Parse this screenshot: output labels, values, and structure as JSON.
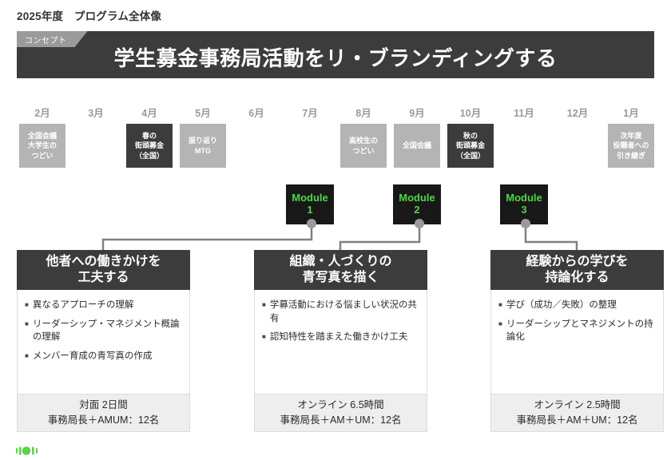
{
  "page": {
    "title": "2025年度　プログラム全体像"
  },
  "banner": {
    "tag": "コンセプト",
    "title": "学生募金事務局活動をリ・ブランディングする",
    "bg_color": "#3c3c3c",
    "tag_color": "#9b9b9b"
  },
  "timeline": {
    "months": [
      "2月",
      "3月",
      "4月",
      "5月",
      "6月",
      "7月",
      "8月",
      "9月",
      "10月",
      "11月",
      "12月",
      "1月"
    ],
    "events": [
      {
        "label": "全国会議\n大学生の\nつどい",
        "month": "2月",
        "style": "light"
      },
      {
        "label": "春の\n街頭募金\n（全国）",
        "month": "4月",
        "style": "dark"
      },
      {
        "label": "振り返り\nMTG",
        "month": "5月",
        "style": "light"
      },
      {
        "label": "高校生の\nつどい",
        "month": "8月",
        "style": "light"
      },
      {
        "label": "全国会議",
        "month": "9月",
        "style": "light"
      },
      {
        "label": "秋の\n街頭募金\n（全国）",
        "month": "10月",
        "style": "dark"
      },
      {
        "label": "次年度\n役職者への\n引き継ぎ",
        "month": "1月",
        "style": "light"
      }
    ]
  },
  "modules": [
    {
      "name": "Module",
      "number": "1",
      "month": "7月",
      "accent": "#4cd845"
    },
    {
      "name": "Module",
      "number": "2",
      "month": "9月",
      "accent": "#4cd845"
    },
    {
      "name": "Module",
      "number": "3",
      "month": "11月",
      "accent": "#4cd845"
    }
  ],
  "cards": [
    {
      "heading": "他者への働きかけを\n工夫する",
      "bullets": [
        "異なるアプローチの理解",
        "リーダーシップ・マネジメント概論の理解",
        "メンバー育成の青写真の作成"
      ],
      "footer_line1": "対面 2日間",
      "footer_line2": "事務局長＋AMUM：12名"
    },
    {
      "heading": "組織・人づくりの\n青写真を描く",
      "bullets": [
        "学募活動における悩ましい状況の共有",
        "認知特性を踏まえた働きかけ工夫"
      ],
      "footer_line1": "オンライン 6.5時間",
      "footer_line2": "事務局長＋AM＋UM：12名"
    },
    {
      "heading": "経験からの学びを\n持論化する",
      "bullets": [
        "学び（成功／失敗）の整理",
        "リーダーシップとマネジメントの持論化"
      ],
      "footer_line1": "オンライン 2.5時間",
      "footer_line2": "事務局長＋AM＋UM：12名"
    }
  ],
  "footer": {
    "logo_color": "#5fd24a"
  }
}
